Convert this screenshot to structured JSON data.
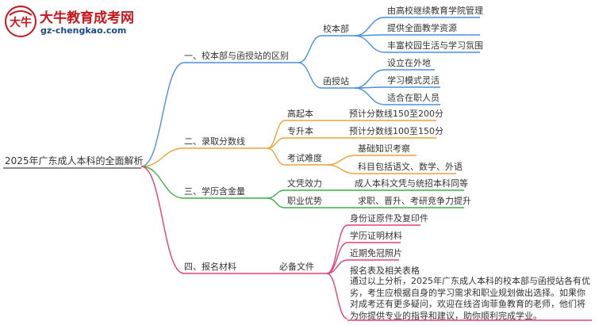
{
  "logo": {
    "title": "大牛教育成考网",
    "url": "gz-chengkao.com",
    "mark_text": "大牛",
    "brand_color": "#c8161d",
    "url_color": "#1a4a8a"
  },
  "mindmap": {
    "root": "2025年广东成人本科的全面解析",
    "branches": [
      {
        "label": "一、校本部与函授站的区别",
        "color": "#4a8fe0",
        "children": [
          {
            "label": "校本部",
            "children": [
              "由高校继续教育学院管理",
              "提供全面教学资源",
              "丰富校园生活与学习氛围"
            ]
          },
          {
            "label": "函授站",
            "children": [
              "设立在外地",
              "学习模式灵活",
              "适合在职人员"
            ]
          }
        ]
      },
      {
        "label": "二、录取分数线",
        "color": "#e8a33b",
        "children": [
          {
            "label": "高起本",
            "children": [
              "预计分数线150至200分"
            ]
          },
          {
            "label": "专升本",
            "children": [
              "预计分数线100至150分"
            ]
          },
          {
            "label": "考试难度",
            "children": [
              "基础知识考察",
              "科目包括语文、数学、外语"
            ]
          }
        ]
      },
      {
        "label": "三、学历含金量",
        "color": "#3fae49",
        "children": [
          {
            "label": "文凭效力",
            "children": [
              "成人本科文凭与统招本科同等"
            ]
          },
          {
            "label": "职业优势",
            "children": [
              "求职、晋升、考研竞争力提升"
            ]
          }
        ]
      },
      {
        "label": "四、报名材料",
        "color": "#e0407a",
        "children": [
          {
            "label": "必备文件",
            "children": [
              "身份证原件及复印件",
              "学历证明材料",
              "近期免冠照片",
              "报名表及相关表格"
            ]
          }
        ]
      }
    ],
    "note": "通过以上分析，2025年广东成人本科的校本部与函授站各有优劣，考生应根据自身的学习需求和职业规划做出选择。如果你对成考还有更多疑问，欢迎在线咨询菲鱼教育的老师，他们将为你提供专业的指导和建议，助你顺利完成学业。"
  }
}
